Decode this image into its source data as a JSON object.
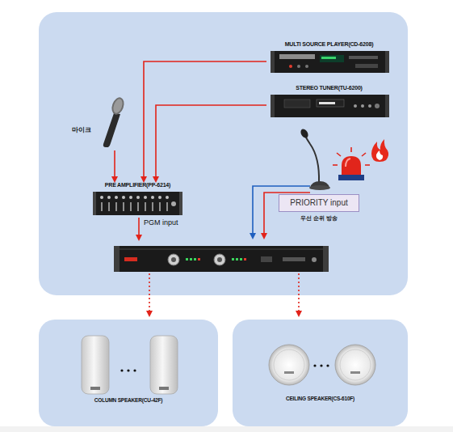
{
  "diagram": {
    "nodes": [
      {
        "text": [
          "MULTI SOURCE PLAYER(CD-6208)"
        ]
      },
      {
        "text": [
          "STEREO TUNER(TU-6200)"
        ]
      },
      {
        "text": [
          "마이크"
        ]
      },
      {
        "text": [
          "PRE AMPLIFIER(PP-6214)"
        ]
      },
      {
        "text": [
          "PRIORITY input",
          "우선 순위 방송"
        ]
      },
      {
        "text": [
          "COLUMN SPEAKER(CU-42F)"
        ]
      },
      {
        "text": [
          "CEILING SPEAKER(CS-610F)"
        ]
      }
    ],
    "edges": [
      {
        "from": 0,
        "to": 3,
        "arrow": "to"
      },
      {
        "from": 1,
        "to": 3,
        "arrow": "to"
      },
      {
        "from": 2,
        "to": 3,
        "arrow": "to"
      }
    ],
    "labels": [
      "PGM input"
    ]
  }
}
